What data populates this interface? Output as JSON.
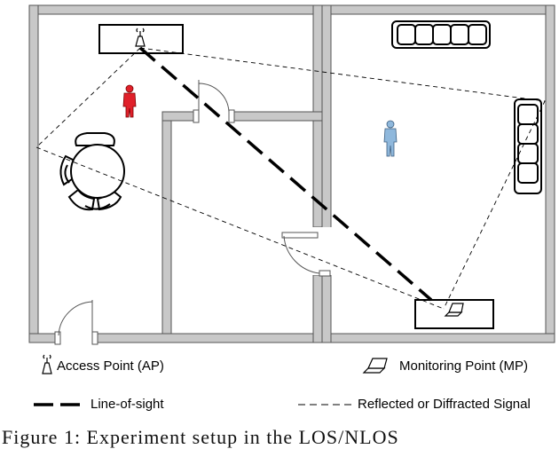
{
  "legend": {
    "access_point": "Access Point (AP)",
    "monitoring_point": "Monitoring Point (MP)",
    "line_of_sight": "Line-of-sight",
    "reflected_signal": "Reflected or Diffracted Signal"
  },
  "icons": {
    "access_point": "wifi-router-icon",
    "monitoring_point": "laptop-icon"
  },
  "colors": {
    "wall_fill": "#c8c8c8",
    "wall_stroke": "#555555",
    "person_red": "#e0202a",
    "person_blue": "#8fb8dc"
  },
  "caption": {
    "cut_text": "Figure 1: Experiment setup in the LOS/NLOS"
  }
}
